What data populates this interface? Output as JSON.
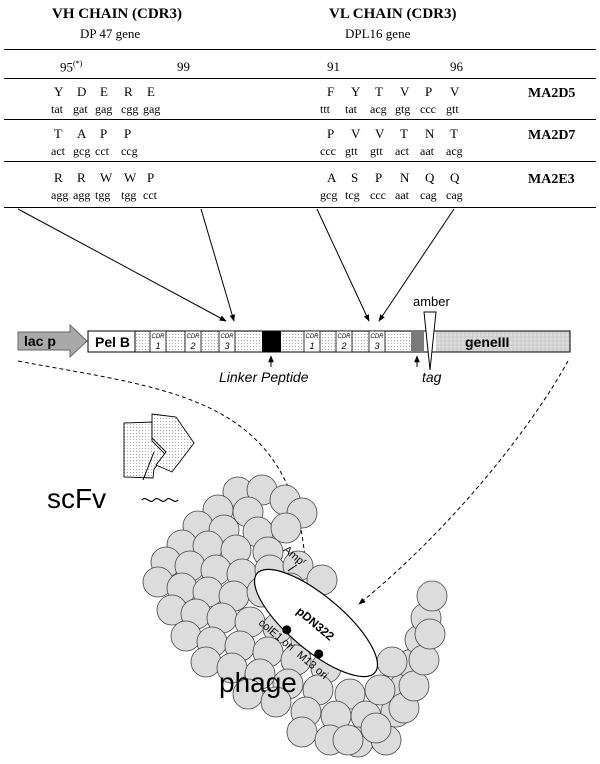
{
  "table": {
    "vh_header": "VH CHAIN (CDR3)",
    "vh_gene": "DP 47 gene",
    "vl_header": "VL CHAIN (CDR3)",
    "vl_gene": "DPL16 gene",
    "vh_positions": {
      "start": "95",
      "start_note": "(*)",
      "end": "99"
    },
    "vl_positions": {
      "start": "91",
      "end": "96"
    },
    "rows": [
      {
        "clone": "MA2D5",
        "vh_aa": [
          "Y",
          "D",
          "E",
          "R",
          "E"
        ],
        "vh_codons": [
          "tat",
          "gat",
          "gag",
          "cgg",
          "gag"
        ],
        "vl_aa": [
          "F",
          "Y",
          "T",
          "V",
          "P",
          "V"
        ],
        "vl_codons": [
          "ttt",
          "tat",
          "acg",
          "gtg",
          "ccc",
          "gtt"
        ]
      },
      {
        "clone": "MA2D7",
        "vh_aa": [
          "T",
          "A",
          "P",
          "P"
        ],
        "vh_codons": [
          "act",
          "gcg",
          "cct",
          "ccg"
        ],
        "vl_aa": [
          "P",
          "V",
          "V",
          "T",
          "N",
          "T"
        ],
        "vl_codons": [
          "ccc",
          "gtt",
          "gtt",
          "act",
          "aat",
          "acg"
        ]
      },
      {
        "clone": "MA2E3",
        "vh_aa": [
          "R",
          "R",
          "W",
          "W",
          "P"
        ],
        "vh_codons": [
          "agg",
          "agg",
          "tgg",
          "tgg",
          "cct"
        ],
        "vl_aa": [
          "A",
          "S",
          "P",
          "N",
          "Q",
          "Q"
        ],
        "vl_codons": [
          "gcg",
          "tcg",
          "ccc",
          "aat",
          "cag",
          "cag"
        ]
      }
    ]
  },
  "construct": {
    "promoter": "lac p",
    "signal": "Pel B",
    "cdr_label": "CDR",
    "cdr_numbers": [
      "1",
      "2",
      "3",
      "1",
      "2",
      "3"
    ],
    "linker_label": "Linker Peptide",
    "amber_label": "amber",
    "tag_label": "tag",
    "gene_label": "geneIII"
  },
  "phage": {
    "scfv_label": "scFv",
    "phage_label": "phage",
    "plasmid_label": "pDN322",
    "amp_label": "Amp",
    "amp_superscript": "r",
    "colE1_label": "colE1 ori",
    "m13_label": "M13 ori"
  }
}
